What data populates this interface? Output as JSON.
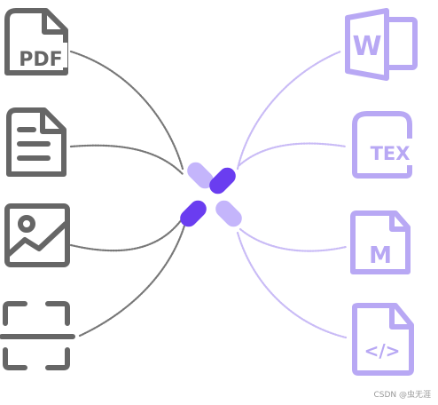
{
  "colors": {
    "input_gray": "#666666",
    "connector_gray": "#777777",
    "output_purple": "#b8a8f4",
    "connector_purple": "#c9bbf6",
    "hub_light": "#c4b5fb",
    "hub_dark": "#6a3df0",
    "watermark": "#9a9a9a"
  },
  "inputs": [
    {
      "icon": "pdf-file-icon",
      "label": "PDF"
    },
    {
      "icon": "text-document-icon"
    },
    {
      "icon": "image-icon"
    },
    {
      "icon": "scan-icon"
    }
  ],
  "outputs": [
    {
      "icon": "word-icon",
      "label": "W"
    },
    {
      "icon": "tex-file-icon",
      "label": "TEX"
    },
    {
      "icon": "markdown-file-icon",
      "label": "M"
    },
    {
      "icon": "code-file-icon",
      "label": "</>"
    }
  ],
  "hub": {
    "icon": "converter-logo-icon"
  },
  "watermark": "CSDN @虫无涯"
}
